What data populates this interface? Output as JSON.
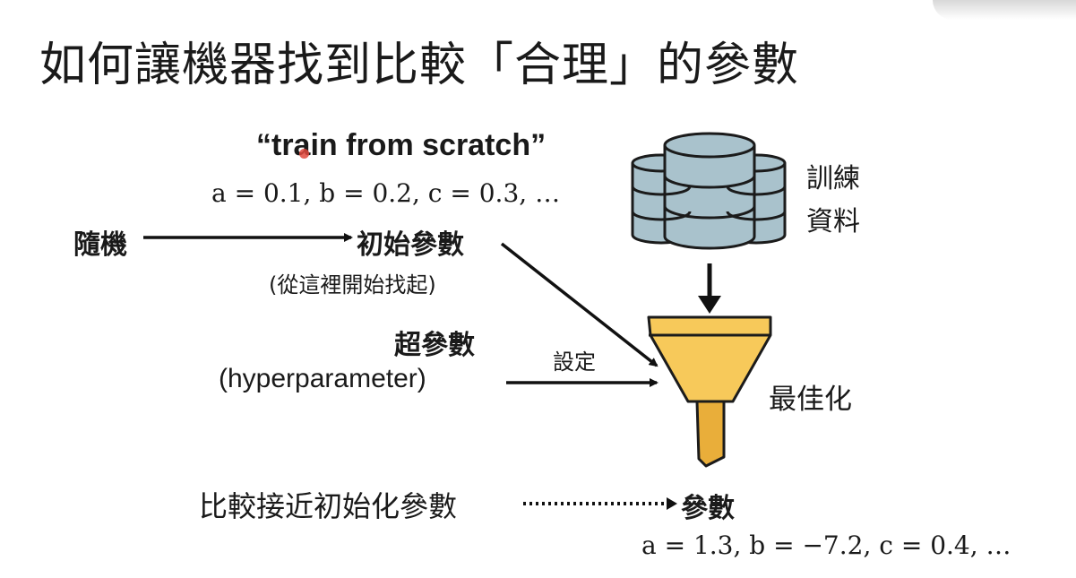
{
  "title": "如何讓機器找到比較「合理」的參數",
  "scratch_label": "“train from scratch”",
  "scratch_params": "a = 0.1, b = 0.2, c = 0.3, …",
  "random_label": "隨機",
  "init_params_label": "初始參數",
  "init_params_note": "(從這裡開始找起)",
  "hyperparam_label": "超參數",
  "hyperparam_en": "(hyperparameter)",
  "set_label": "設定",
  "training_data_line1": "訓練",
  "training_data_line2": "資料",
  "optimize_label": "最佳化",
  "near_init_label": "比較接近初始化參數",
  "params_label": "參數",
  "final_params": "a = 1.3, b = −7.2, c = 0.4, …",
  "colors": {
    "database_fill": "#a9c2cc",
    "database_stroke": "#1b1b1b",
    "funnel_fill": "#f7c95a",
    "funnel_shade": "#e9ae3a",
    "arrow": "#111111"
  },
  "icons": [
    "database-icon",
    "funnel-icon"
  ]
}
